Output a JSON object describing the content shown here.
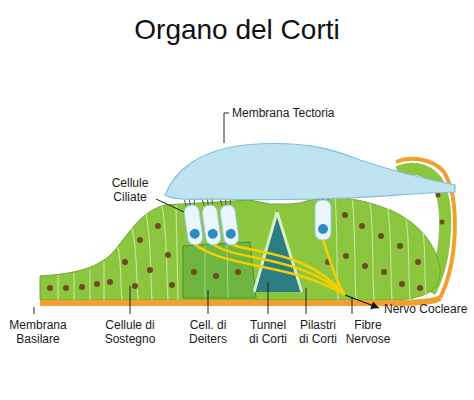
{
  "diagram": {
    "title": "Organo del Corti",
    "labels": [
      "Membrana Tectoria",
      "Cellule Ciliate",
      "Nervo Cocleare",
      "Membrana Basilare",
      "Cellule di Sostegno",
      "Cell. di Deiters",
      "Tunnel di Corti",
      "Pilastri di Corti",
      "Fibre Nervose"
    ]
  }
}
